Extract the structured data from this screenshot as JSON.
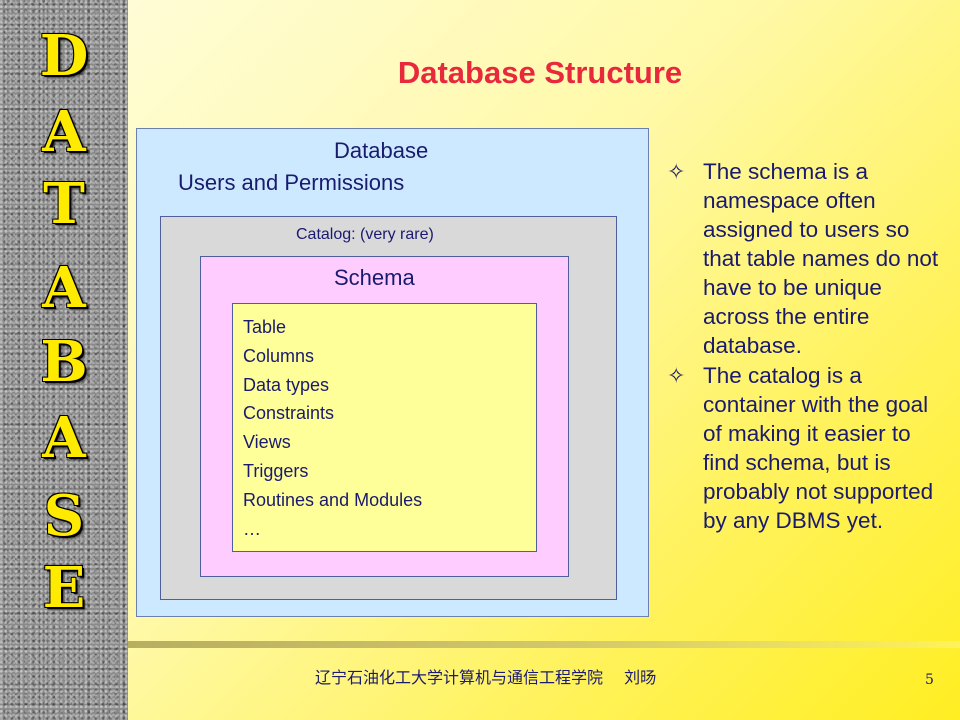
{
  "sidebar": {
    "letters": [
      "D",
      "A",
      "T",
      "A",
      "B",
      "A",
      "S",
      "E"
    ]
  },
  "title": "Database Structure",
  "diagram": {
    "database_label": "Database",
    "users_label": "Users and Permissions",
    "catalog_label": "Catalog: (very rare)",
    "schema_label": "Schema",
    "table_items": [
      "Table",
      "Columns",
      "Data types",
      "Constraints",
      "Views",
      "Triggers",
      "Routines and Modules",
      "…"
    ]
  },
  "bullets": [
    "The schema is a namespace often assigned to users so that table names do not have to be unique across the entire database.",
    "The catalog is a container with the goal of making it easier to find schema, but is probably not supported by any DBMS yet."
  ],
  "bullet_symbol": "✧",
  "footer": "辽宁石油化工大学计算机与通信工程学院　 刘旸",
  "page_number": "5",
  "colors": {
    "title": "#e8283c",
    "text": "#1a1a6e",
    "sidebar_letters": "#ffeb00"
  }
}
